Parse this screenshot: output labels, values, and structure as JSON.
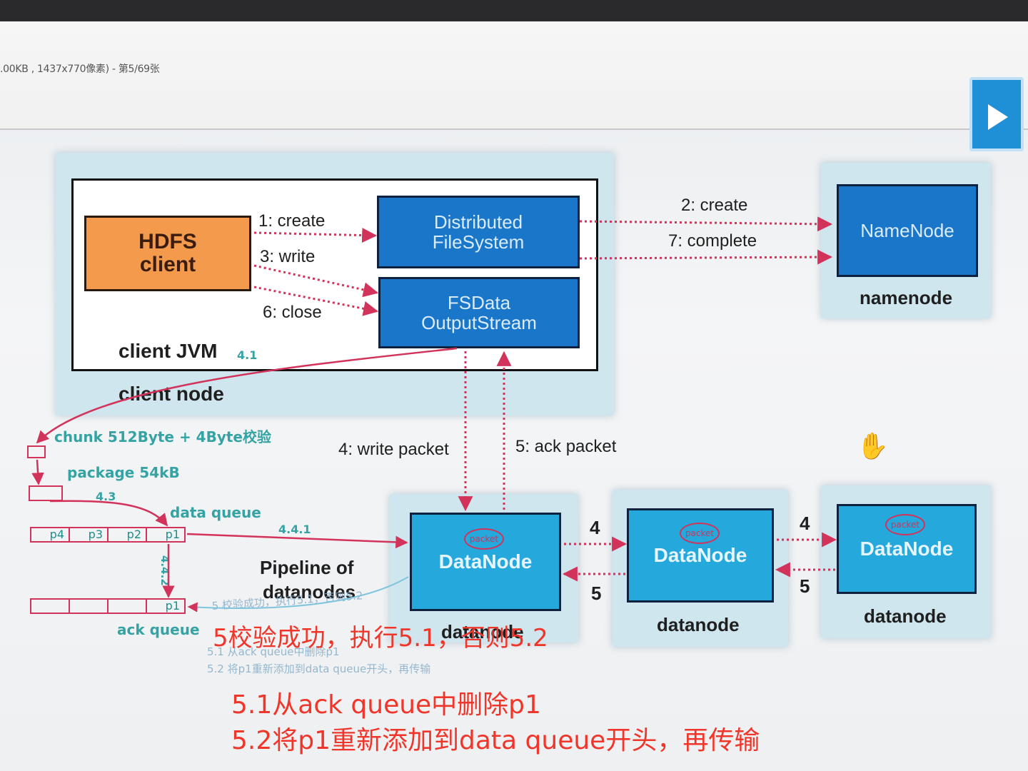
{
  "window": {
    "title": ".00KB , 1437x770像素) - 第5/69张"
  },
  "diagram": {
    "client_node": {
      "node_label": "client node",
      "jvm_label": "client JVM",
      "hdfs_client": [
        "HDFS",
        "client"
      ],
      "distributed_fs": [
        "Distributed",
        "FileSystem"
      ],
      "fsdata_stream": [
        "FSData",
        "OutputStream"
      ]
    },
    "namenode": {
      "box": "NameNode",
      "label": "namenode"
    },
    "steps": {
      "s1": "1: create",
      "s2": "2: create",
      "s3": "3: write",
      "s6": "6: close",
      "s7": "7: complete",
      "s4": "4: write packet",
      "s5": "5: ack packet",
      "s41": "4.1",
      "s43": "4.3",
      "s441": "4.4.1",
      "s442": "4.4.2",
      "fwd": "4",
      "back": "5"
    },
    "pipeline": {
      "title": [
        "Pipeline of",
        "datanodes"
      ],
      "datanodes": [
        {
          "box": "DataNode",
          "label": "datanode"
        },
        {
          "box": "DataNode",
          "label": "datanode"
        },
        {
          "box": "DataNode",
          "label": "datanode"
        }
      ],
      "packet_mark": "packet"
    },
    "annotations": {
      "chunk": "chunk 512Byte + 4Byte校验",
      "package": "package 54kB",
      "data_queue": "data queue",
      "ack_queue": "ack queue",
      "data_queue_cells": [
        "p4",
        "p3",
        "p2",
        "p1"
      ],
      "ack_queue_cells": [
        "",
        "",
        "",
        "p1"
      ],
      "faint_5": "5 校验成功，执行5.1，否则5.2",
      "faint_51": "5.1 从ack queue中删除p1",
      "faint_52": "5.2 将p1重新添加到data queue开头，再传输"
    }
  },
  "overlay_notes": {
    "line1": "5校验成功，执行5.1，否则5.2",
    "line2": "5.1从ack queue中删除p1",
    "line3": "5.2将p1重新添加到data queue开头，再传输"
  },
  "colors": {
    "arrow": "#d2335a",
    "overlay_text": "#f0362b",
    "blue_box": "#1a76c9",
    "datanode_box": "#25a8dc",
    "hdfs_client": "#f39a4d"
  }
}
